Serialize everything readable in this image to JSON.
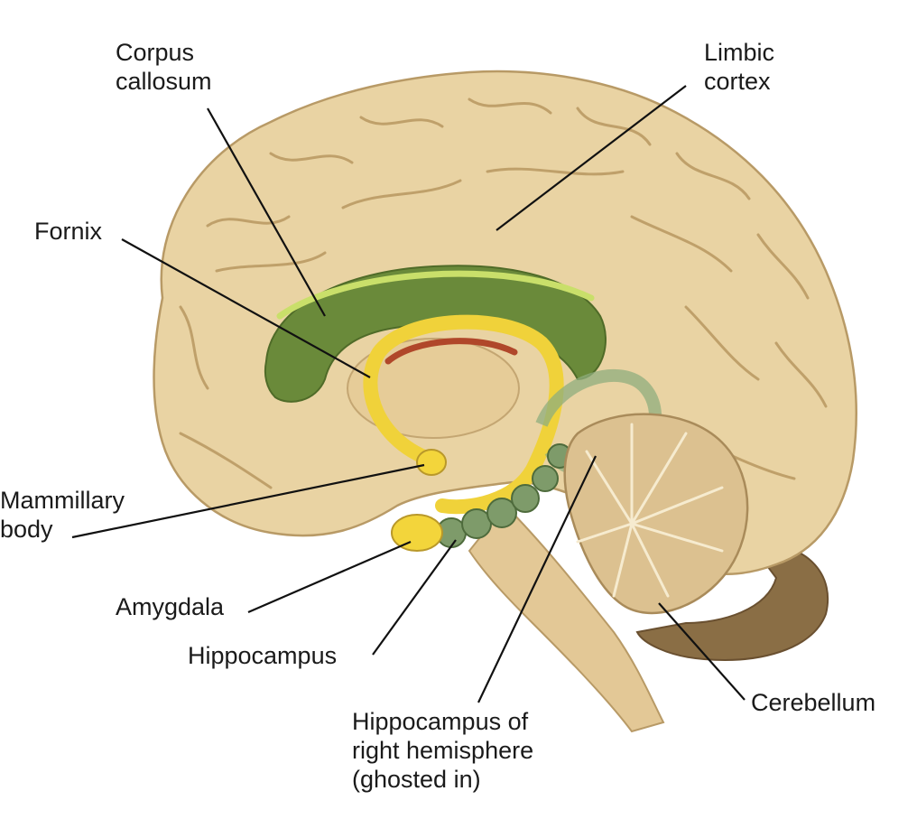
{
  "labels": {
    "corpus_callosum": [
      "Corpus",
      "callosum"
    ],
    "limbic_cortex": [
      "Limbic",
      "cortex"
    ],
    "fornix": [
      "Fornix"
    ],
    "mammillary_body": [
      "Mammillary",
      "body"
    ],
    "amygdala": [
      "Amygdala"
    ],
    "hippocampus": [
      "Hippocampus"
    ],
    "hippocampus_right": [
      "Hippocampus of",
      "right hemisphere",
      "(ghosted in)"
    ],
    "cerebellum": [
      "Cerebellum"
    ]
  },
  "colors": {
    "brain": "#e9d3a3",
    "brain_shadow": "#c9ad78",
    "gyri_line": "#b99a66",
    "corpus_callosum": "#6a8a3a",
    "corpus_callosum_highlight": "#c9df6a",
    "fornix": "#f0d23a",
    "hippocampus": "#7e9b6a",
    "amygdala": "#f3d53b",
    "cerebellum": "#dcc190",
    "cerebellum_base": "#8a6e45",
    "leader_line": "#111111"
  }
}
